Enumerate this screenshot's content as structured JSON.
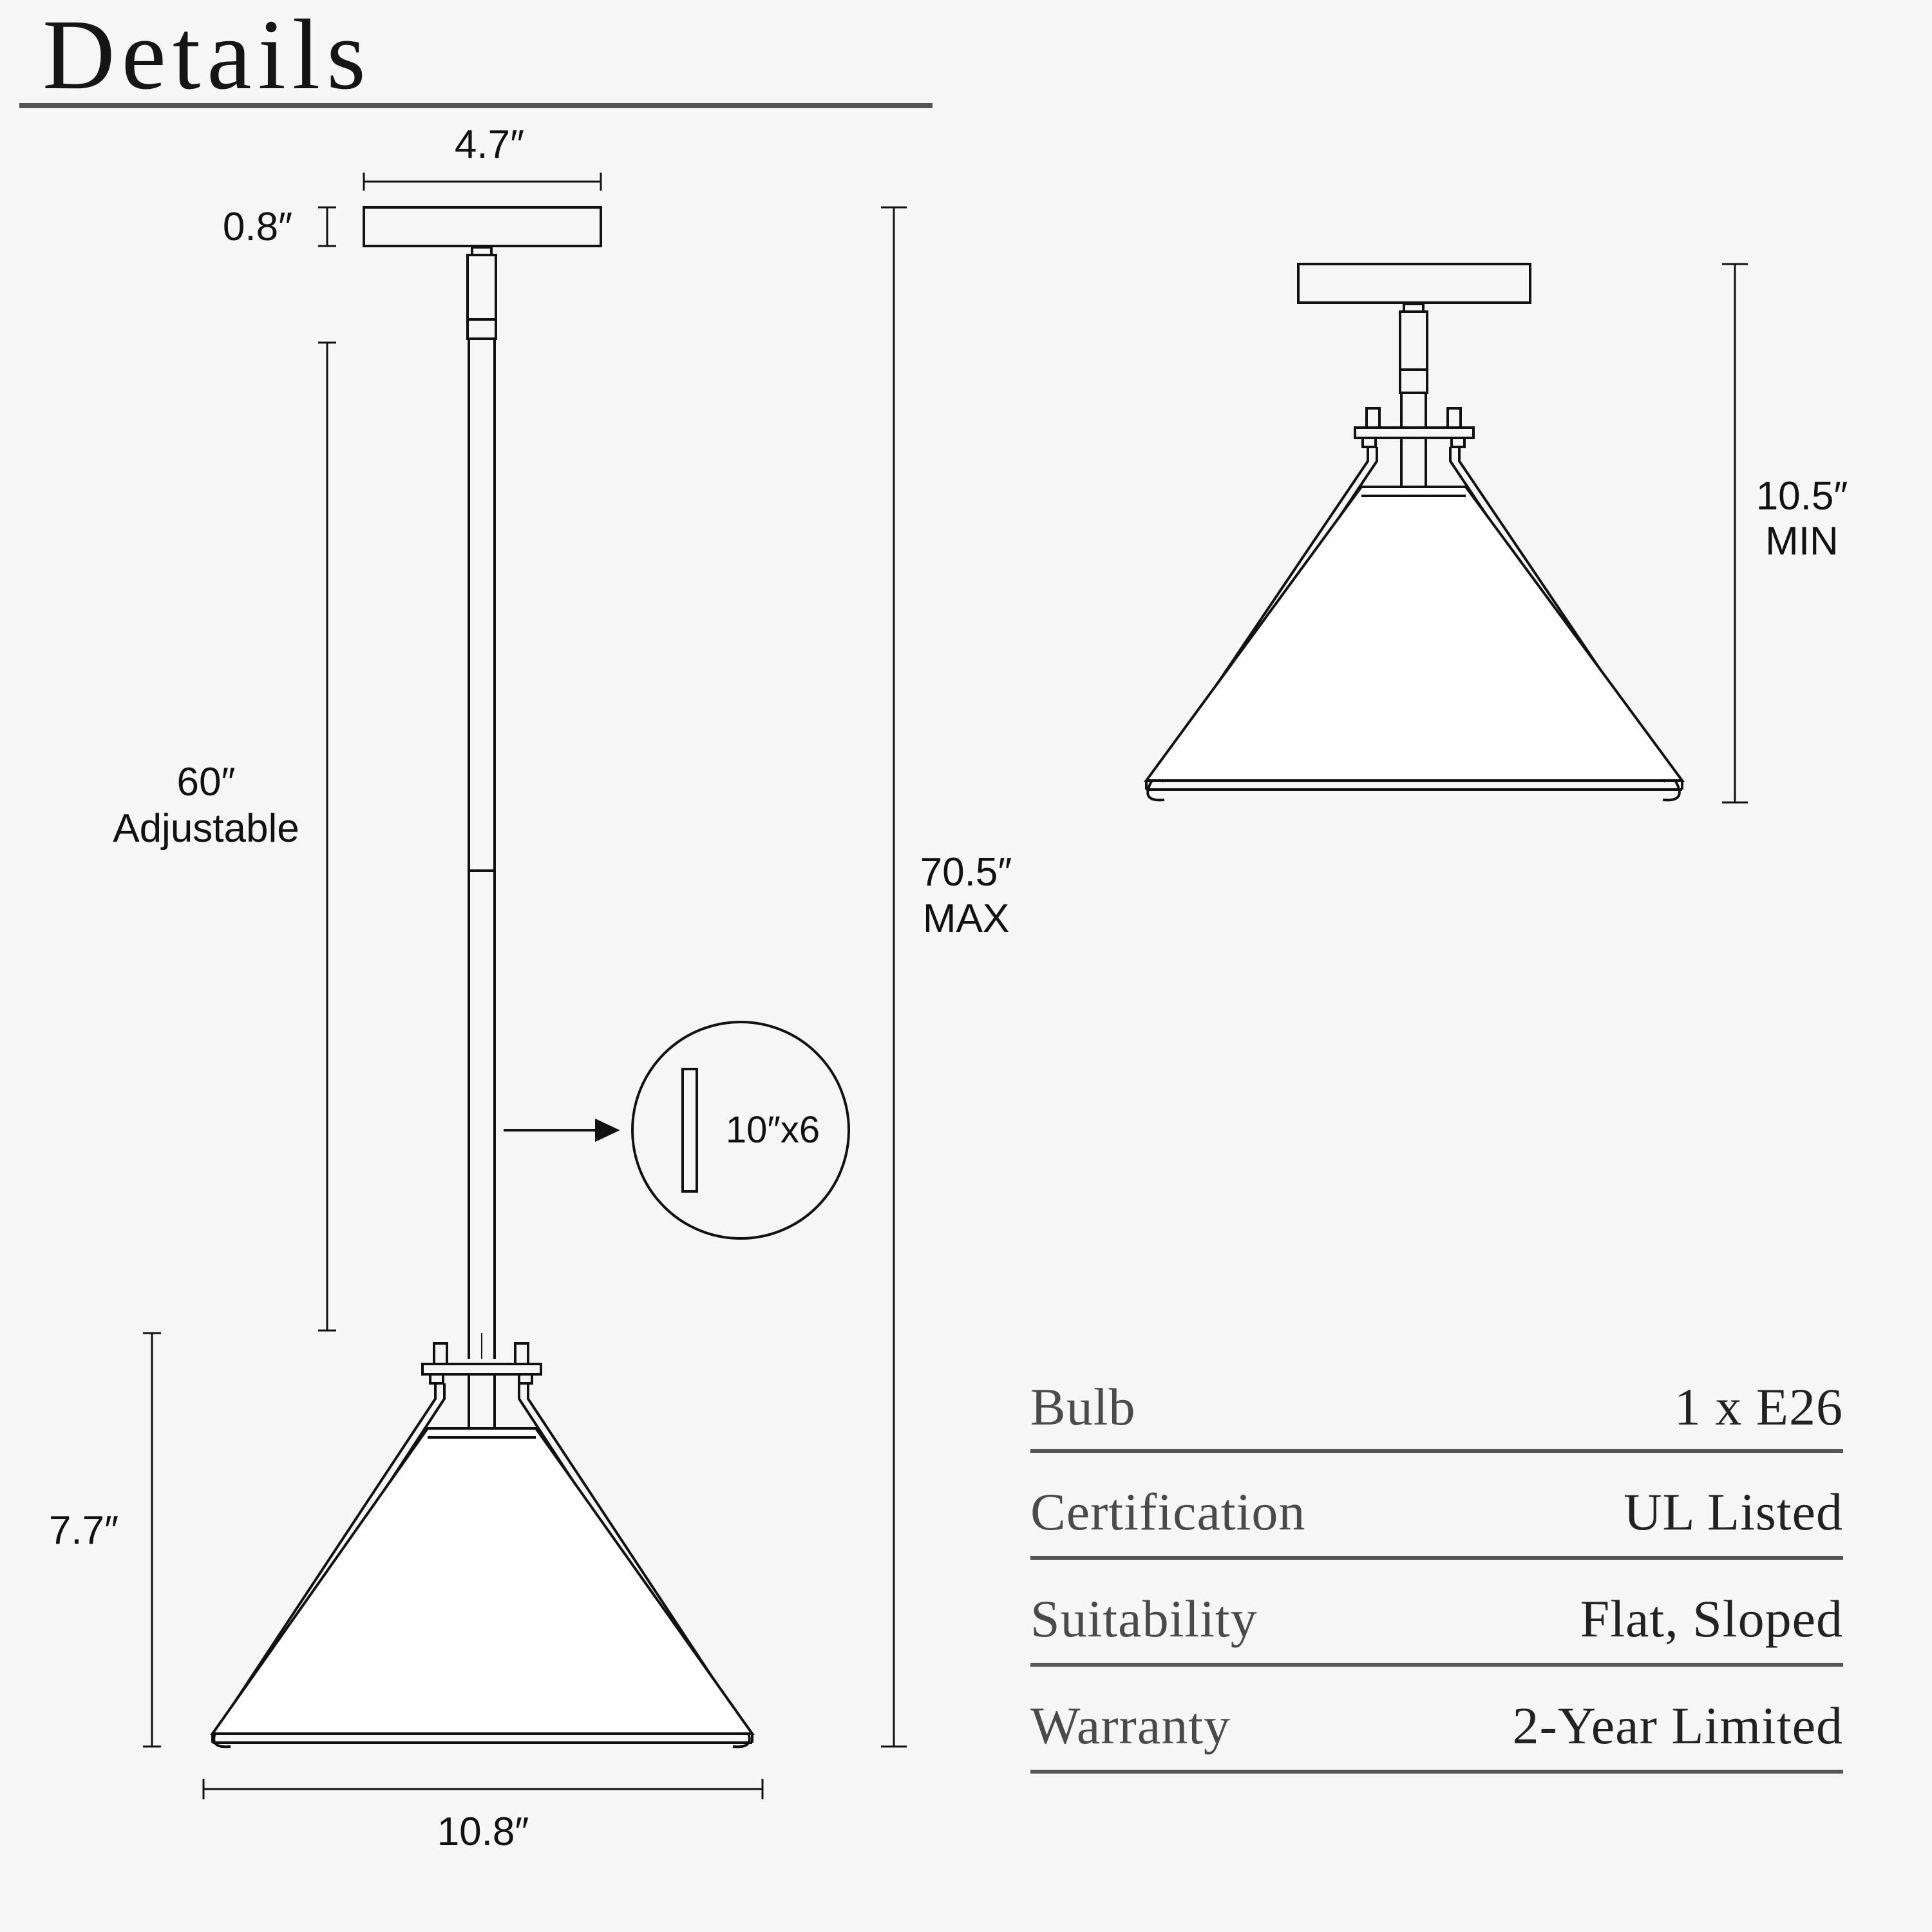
{
  "title": "Details",
  "dimensions": {
    "canopy_width": "4.7″",
    "canopy_height": "0.8″",
    "rod_length": "60″",
    "rod_note": "Adjustable",
    "shade_height": "7.7″",
    "shade_width": "10.8″",
    "max_height": "70.5″",
    "max_note": "MAX",
    "rods_callout": "10″x6",
    "min_height": "10.5″",
    "min_note": "MIN"
  },
  "specs": [
    {
      "label": "Bulb",
      "value": "1 x E26"
    },
    {
      "label": "Certification",
      "value": "UL Listed"
    },
    {
      "label": "Suitability",
      "value": "Flat, Sloped"
    },
    {
      "label": "Warranty",
      "value": "2-Year Limited"
    }
  ]
}
